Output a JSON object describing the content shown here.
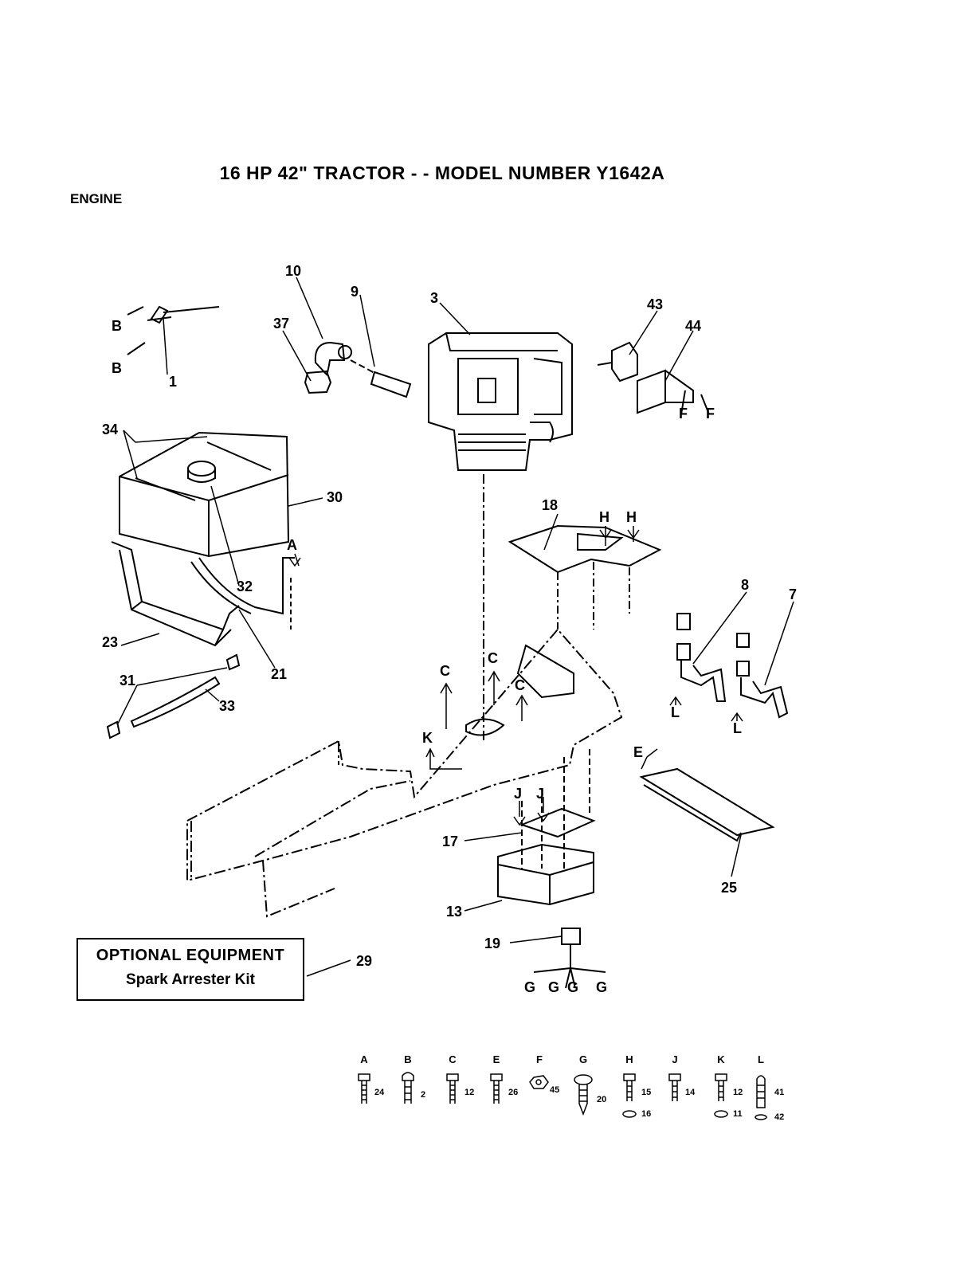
{
  "title": "16 HP 42\" TRACTOR - - MODEL NUMBER Y1642A",
  "section": "ENGINE",
  "optional_box": {
    "heading": "OPTIONAL EQUIPMENT",
    "item": "Spark Arrester Kit",
    "part_number": "29"
  },
  "callouts": {
    "c1": "1",
    "c3": "3",
    "c7": "7",
    "c8": "8",
    "c9": "9",
    "c10": "10",
    "c13": "13",
    "c17": "17",
    "c18": "18",
    "c19": "19",
    "c21": "21",
    "c23": "23",
    "c25": "25",
    "c30": "30",
    "c31": "31",
    "c32": "32",
    "c33": "33",
    "c34": "34",
    "c37": "37",
    "c43": "43",
    "c44": "44"
  },
  "ref_letters": {
    "a": "A",
    "b": "B",
    "c": "C",
    "e": "E",
    "f": "F",
    "g": "G",
    "h": "H",
    "j": "J",
    "k": "K",
    "l": "L"
  },
  "hardware": [
    {
      "letter": "A",
      "part": "24",
      "extra": ""
    },
    {
      "letter": "B",
      "part": "2",
      "extra": ""
    },
    {
      "letter": "C",
      "part": "12",
      "extra": ""
    },
    {
      "letter": "E",
      "part": "26",
      "extra": ""
    },
    {
      "letter": "F",
      "part": "45",
      "extra": ""
    },
    {
      "letter": "G",
      "part": "20",
      "extra": ""
    },
    {
      "letter": "H",
      "part": "15",
      "extra": "16"
    },
    {
      "letter": "J",
      "part": "14",
      "extra": ""
    },
    {
      "letter": "K",
      "part": "12",
      "extra": "11"
    },
    {
      "letter": "L",
      "part": "41",
      "extra": "42"
    }
  ]
}
